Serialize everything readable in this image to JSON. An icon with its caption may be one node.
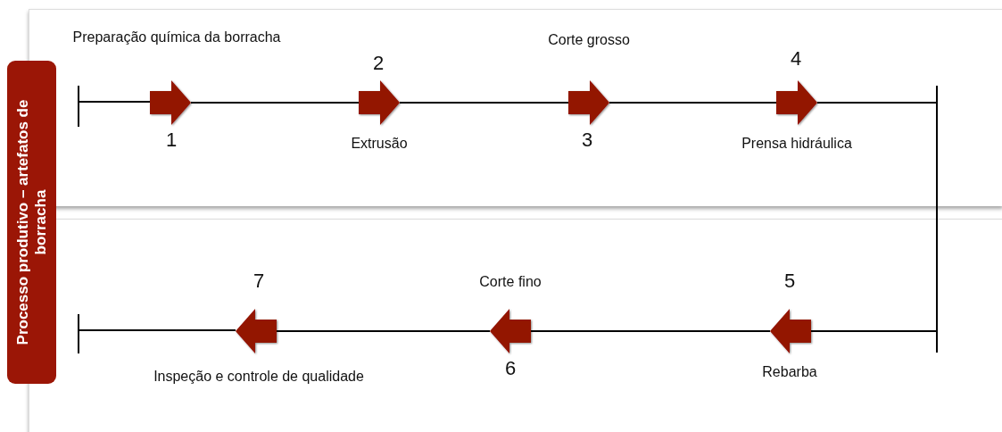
{
  "diagram": {
    "nodes": [
      {
        "text": [
          "Processo produtivo – artefatos de borracha"
        ]
      },
      {
        "text": [],
        "shape": "arrow",
        "beside": [
          "Preparação química da borracha",
          "1"
        ]
      },
      {
        "text": [],
        "shape": "arrow",
        "beside": [
          "2",
          "Extrusão"
        ]
      },
      {
        "text": [],
        "shape": "arrow",
        "beside": [
          "Corte grosso",
          "3"
        ]
      },
      {
        "text": [],
        "shape": "arrow",
        "beside": [
          "4",
          "Prensa hidráulica"
        ]
      },
      {
        "text": [],
        "shape": "arrow",
        "beside": [
          "5",
          "Rebarba"
        ]
      },
      {
        "text": [],
        "shape": "arrow",
        "beside": [
          "Corte fino",
          "6"
        ]
      },
      {
        "text": [],
        "shape": "arrow",
        "beside": [
          "7",
          "Inspeção e controle de qualidade"
        ]
      }
    ],
    "edges": [
      {
        "from": 1,
        "to": 2,
        "arrow": "none"
      },
      {
        "from": 2,
        "to": 3,
        "arrow": "none"
      },
      {
        "from": 3,
        "to": 4,
        "arrow": "none"
      },
      {
        "from": 4,
        "to": 5,
        "arrow": "none"
      },
      {
        "from": 5,
        "to": 6,
        "arrow": "none"
      },
      {
        "from": 6,
        "to": 7,
        "arrow": "none"
      }
    ]
  }
}
